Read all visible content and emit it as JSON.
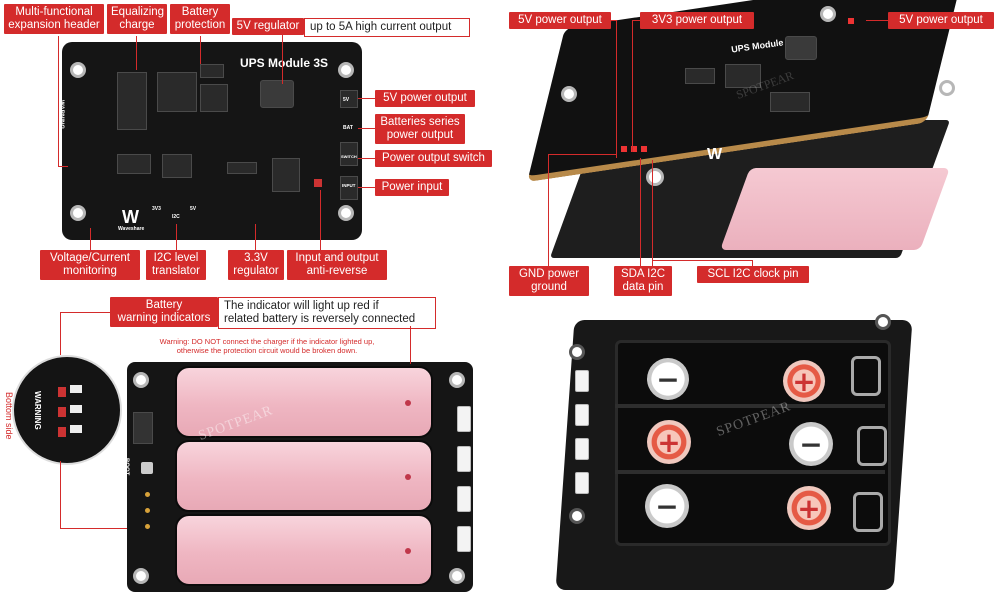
{
  "top_left_board": {
    "title": "UPS Module 3S",
    "silk_warning": "WARNING",
    "silk_switch": "SWITCH",
    "silk_input": "INPUT",
    "silk_bat": "BAT",
    "silk_5v": "5V",
    "silk_3v3": "3V3",
    "silk_i2c": "I2C",
    "silk_brand": "Waveshare",
    "labels": {
      "multi_functional": "Multi-functional\nexpansion header",
      "equalizing": "Equalizing\ncharge",
      "battery_protection": "Battery\nprotection",
      "regulator_5v": "5V regulator",
      "regulator_5v_desc": "up to 5A high current output",
      "power_output_5v": "5V power output",
      "batteries_series": "Batteries series\npower output",
      "power_output_switch": "Power output switch",
      "power_input": "Power input",
      "voltage_monitoring": "Voltage/Current\nmonitoring",
      "i2c_translator": "I2C level\ntranslator",
      "regulator_3v3": "3.3V\nregulator",
      "anti_reverse": "Input and output\nanti-reverse"
    }
  },
  "top_right_board": {
    "title": "UPS Module 3S",
    "watermark": "SPOTPEAR",
    "labels": {
      "power_output_5v_left": "5V power output",
      "power_output_3v3": "3V3 power output",
      "power_output_5v_right": "5V power output",
      "gnd": "GND power\nground",
      "sda": "SDA I2C\ndata pin",
      "scl": "SCL I2C clock pin"
    }
  },
  "bottom_left": {
    "battery_warning_label": "Battery\nwarning indicators",
    "battery_warning_desc": "The indicator will light up red if\nrelated battery is reversely connected",
    "warning_text": "Warning: DO NOT connect the charger if the indicator lighted up,\notherwise the protection circuit would be broken down.",
    "bottom_side": "Bottom side",
    "silk_warning": "WARNING",
    "silk_boot": "BOOT",
    "watermark": "SPOTPEAR"
  },
  "bottom_right": {
    "watermark": "SPOTPEAR",
    "plus_symbol": "+",
    "minus_symbol": "−"
  },
  "colors": {
    "label_red": "#d42b2b",
    "board_black": "#151515",
    "battery_pink": "#efb6c2"
  }
}
